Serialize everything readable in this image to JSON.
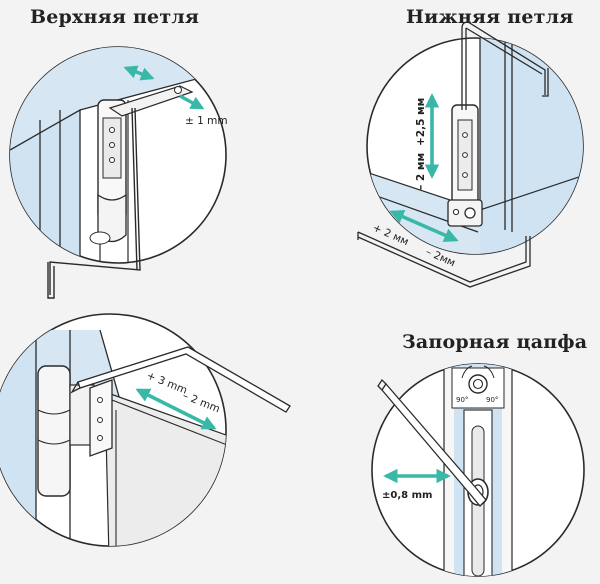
{
  "titles": {
    "top_hinge": "Верхняя петля",
    "bottom_hinge": "Нижняя петля",
    "lock_trunnion": "Запорная цапфа"
  },
  "labels": {
    "top_hinge_adjust": "± 1 mm",
    "bottom_up": "+2,5 мм",
    "bottom_down": "– 2 мм",
    "bottom_left": "+ 2 мм",
    "bottom_right": "– 2мм",
    "side_plus": "+ 3 mm",
    "side_minus": "– 2 mm",
    "trunnion_adjust": "±0,8 mm",
    "angle_left": "90°",
    "angle_right": "90°"
  },
  "colors": {
    "line": "#2a2a2a",
    "glass": "#cfe3f3",
    "arrow": "#39b8a8",
    "background": "#f3f3f3"
  }
}
